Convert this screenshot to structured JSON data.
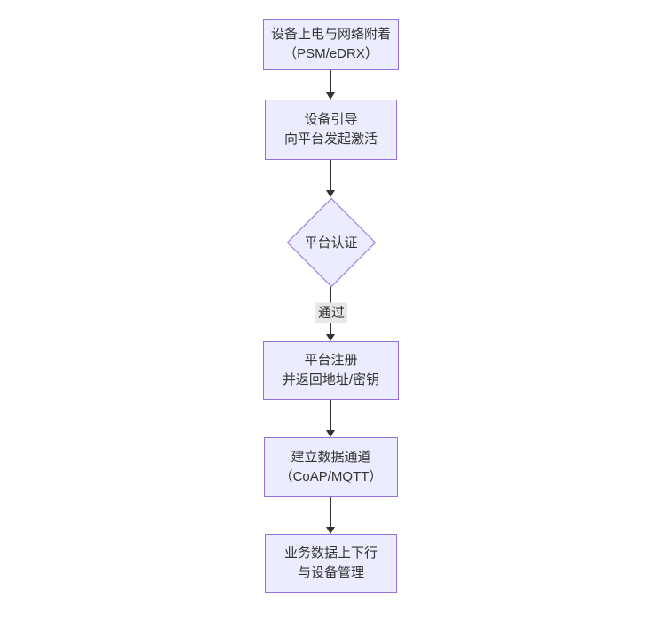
{
  "colors": {
    "background": "#ffffff",
    "node_fill": "#ECECFF",
    "node_border": "#9370DB",
    "text": "#333333",
    "edge": "#333333",
    "edge_label_bg": "#e8e8e8"
  },
  "nodes": {
    "power_attach": {
      "line1": "设备上电与网络附着",
      "line2": "（PSM/eDRX）"
    },
    "bootstrap": {
      "line1": "设备引导",
      "line2": "向平台发起激活"
    },
    "auth": {
      "label": "平台认证"
    },
    "register": {
      "line1": "平台注册",
      "line2": "并返回地址/密钥"
    },
    "channel": {
      "line1": "建立数据通道",
      "line2": "（CoAP/MQTT）"
    },
    "business": {
      "line1": "业务数据上下行",
      "line2": "与设备管理"
    }
  },
  "edges": {
    "pass_label": "通过"
  }
}
